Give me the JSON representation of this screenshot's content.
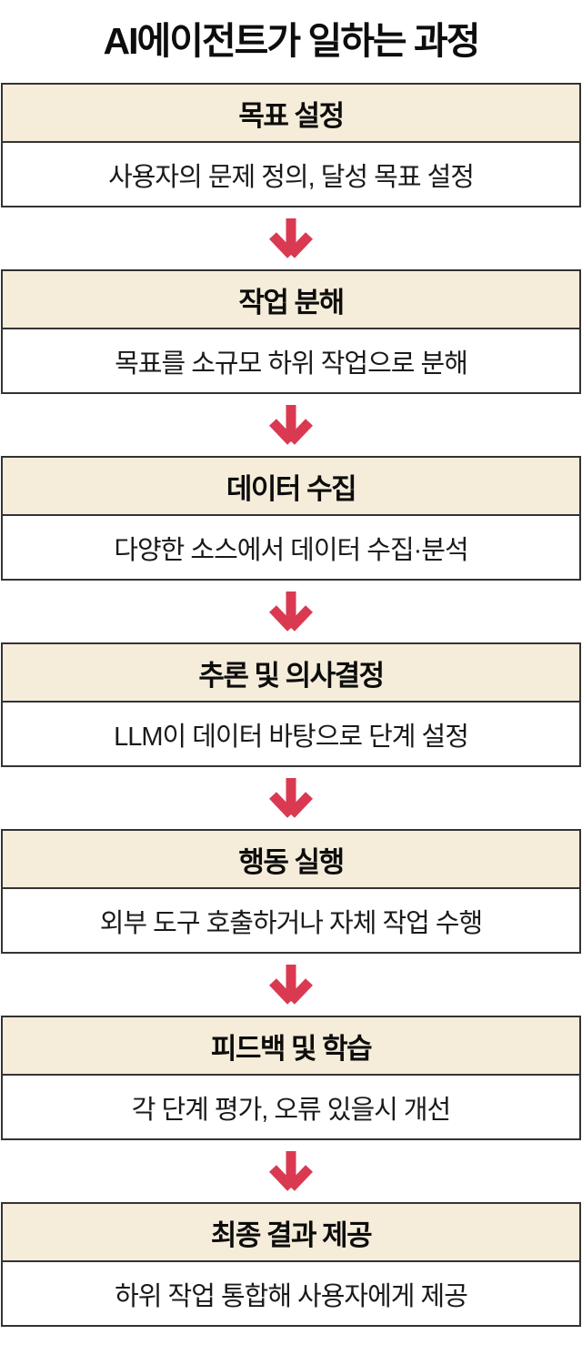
{
  "title": "AI에이전트가 일하는 과정",
  "colors": {
    "header_bg": "#f5edda",
    "border": "#333333",
    "arrow": "#d93a52",
    "text": "#111111"
  },
  "arrow_icon": "down-arrow",
  "steps": [
    {
      "label": "목표 설정",
      "description": "사용자의 문제 정의, 달성 목표 설정"
    },
    {
      "label": "작업 분해",
      "description": "목표를 소규모 하위 작업으로 분해"
    },
    {
      "label": "데이터 수집",
      "description": "다양한 소스에서 데이터 수집·분석"
    },
    {
      "label": "추론 및 의사결정",
      "description": "LLM이 데이터 바탕으로 단계 설정"
    },
    {
      "label": "행동 실행",
      "description": "외부 도구 호출하거나 자체 작업 수행"
    },
    {
      "label": "피드백 및 학습",
      "description": "각 단계 평가, 오류 있을시 개선"
    },
    {
      "label": "최종 결과 제공",
      "description": "하위 작업 통합해 사용자에게 제공"
    }
  ]
}
